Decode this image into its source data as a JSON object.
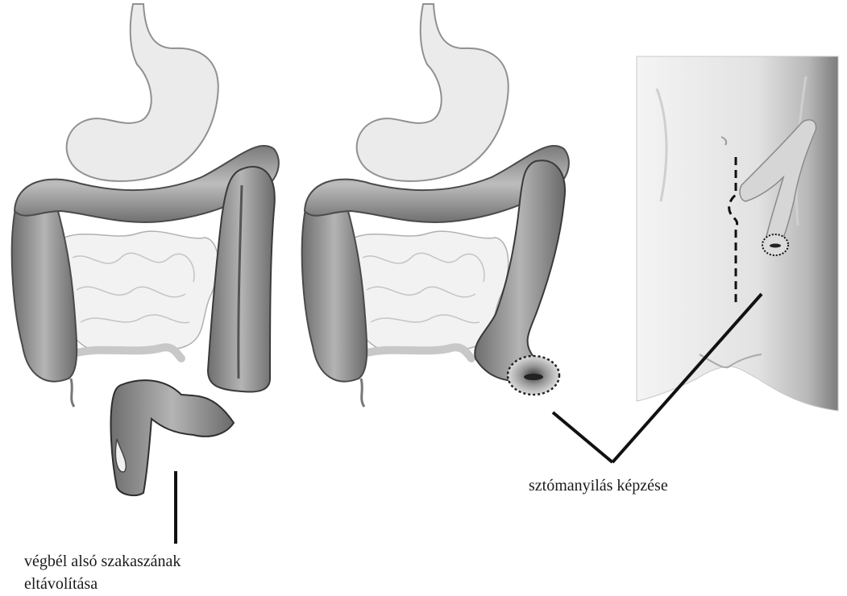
{
  "labels": {
    "left_line1": "végbél alsó szakaszának",
    "left_line2": "eltávolítása",
    "right": "sztómanyilás képzése"
  },
  "colors": {
    "organ_light": "#e8e8e8",
    "organ_stroke": "#8a8a8a",
    "colon_fill": "#9c9c9c",
    "colon_dark": "#5e5e5e",
    "skin": "#e4e4e4",
    "line": "#111111"
  }
}
